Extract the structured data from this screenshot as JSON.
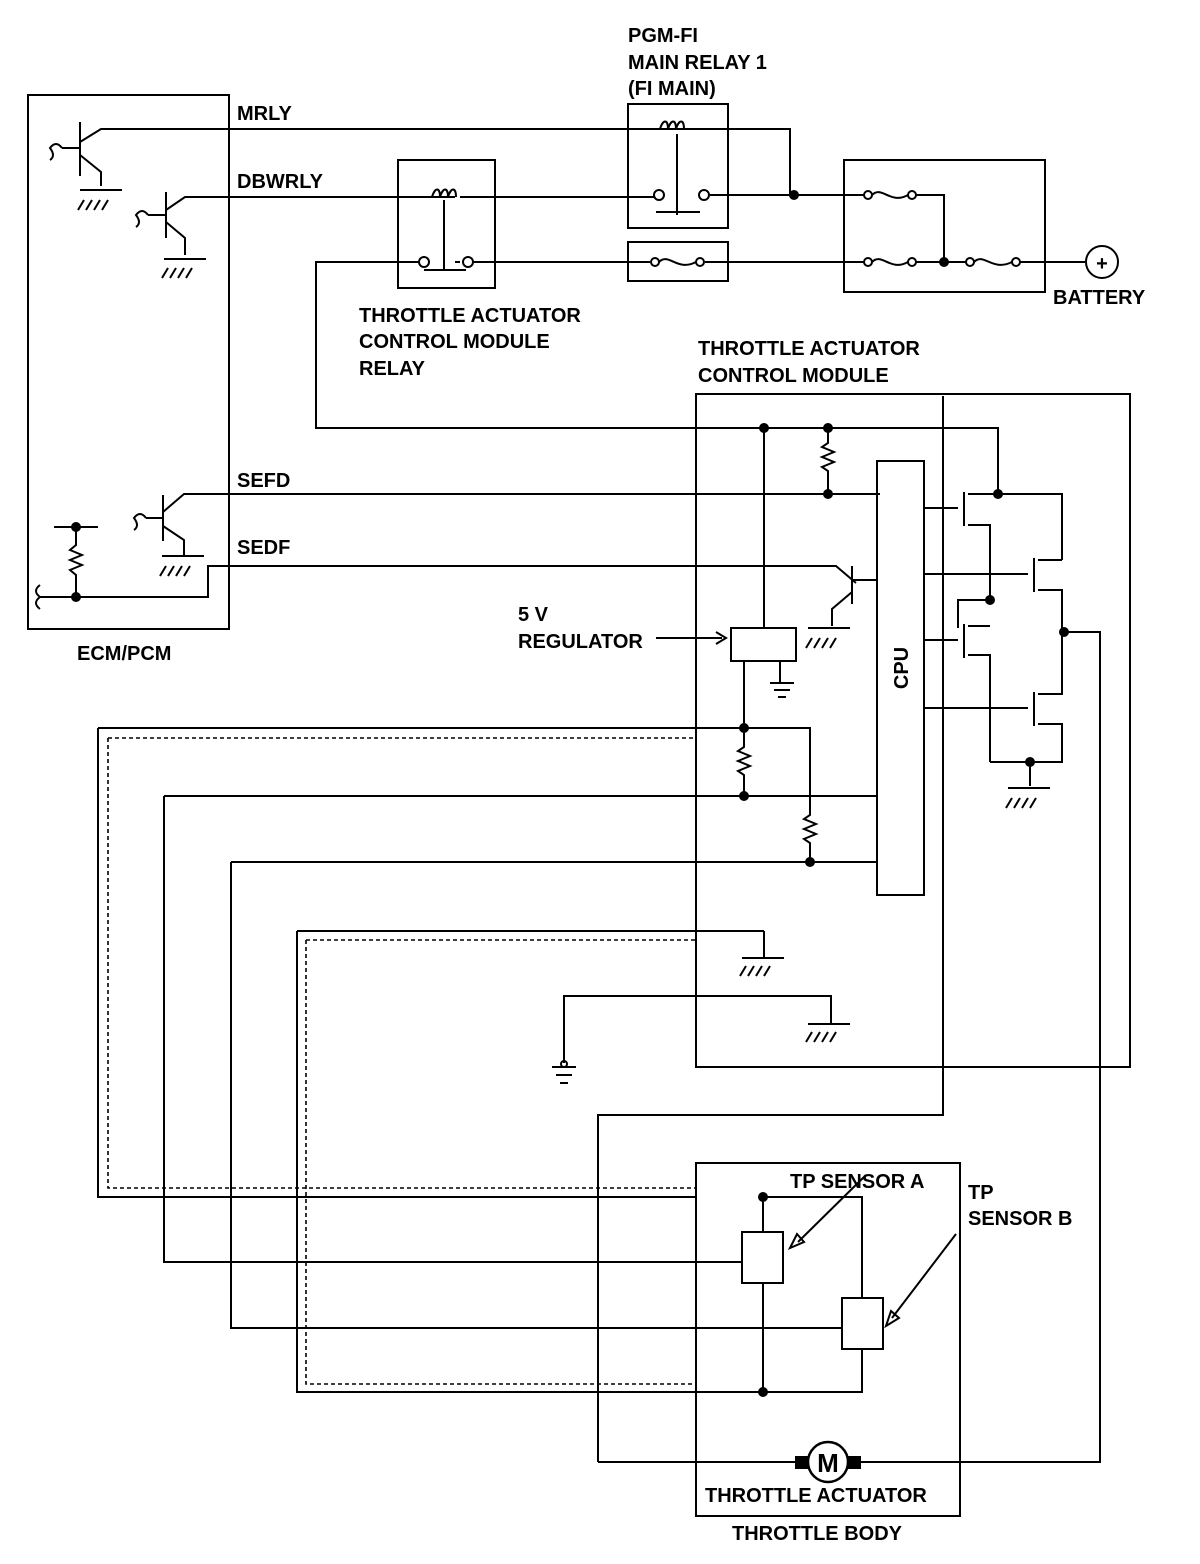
{
  "labels": {
    "main_relay_title": [
      "PGM-FI",
      "MAIN RELAY 1",
      "(FI MAIN)"
    ],
    "mrly": "MRLY",
    "dbwrly": "DBWRLY",
    "sefd": "SEFD",
    "sedf": "SEDF",
    "ecm_pcm": "ECM/PCM",
    "battery": "BATTERY",
    "tac_relay": [
      "THROTTLE ACTUATOR",
      "CONTROL MODULE",
      "RELAY"
    ],
    "tac_module": [
      "THROTTLE ACTUATOR",
      "CONTROL MODULE"
    ],
    "regulator": [
      "5 V",
      "REGULATOR"
    ],
    "cpu": "CPU",
    "tp_sensor_a": "TP SENSOR A",
    "tp_sensor_b": [
      "TP",
      "SENSOR B"
    ],
    "motor": "M",
    "throttle_actuator": "THROTTLE ACTUATOR",
    "throttle_body": "THROTTLE BODY",
    "battery_symbol": "+"
  }
}
